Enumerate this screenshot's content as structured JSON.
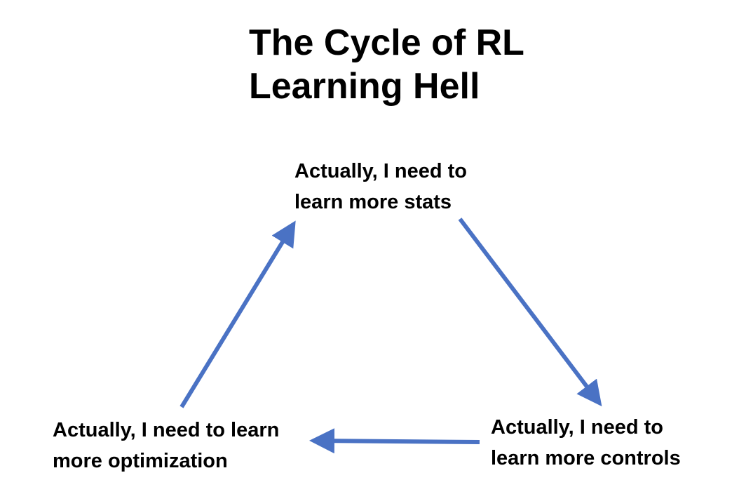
{
  "title": {
    "line1": "The Cycle of RL",
    "line2": "Learning Hell"
  },
  "nodes": {
    "top": {
      "line1": "Actually, I need to",
      "line2": "learn more stats"
    },
    "right": {
      "line1": "Actually, I need to",
      "line2": "learn more controls"
    },
    "left": {
      "line1": "Actually, I need to learn",
      "line2": "more optimization"
    }
  },
  "colors": {
    "arrow": "#4a72c4",
    "text": "#000000",
    "background": "#ffffff"
  }
}
